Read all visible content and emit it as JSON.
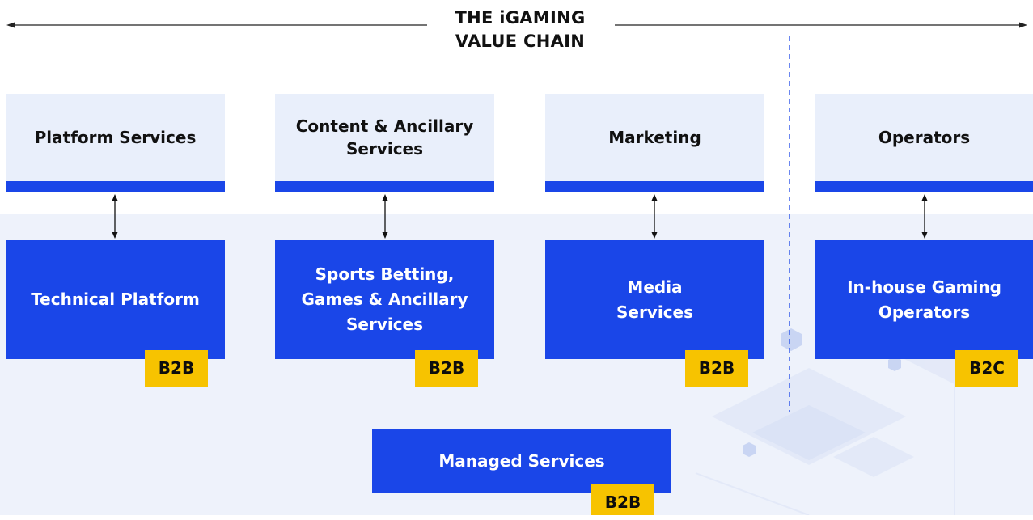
{
  "title": {
    "line1": "THE iGAMING",
    "line2": "VALUE CHAIN"
  },
  "top_boxes": [
    {
      "label": "Platform Services"
    },
    {
      "label": "Content & Ancillary Services"
    },
    {
      "label": "Marketing"
    },
    {
      "label": "Operators"
    }
  ],
  "bottom_boxes": [
    {
      "label": "Technical Platform",
      "badge": "B2B"
    },
    {
      "label": "Sports Betting, Games & Ancillary Services",
      "badge": "B2B"
    },
    {
      "label": "Media Services",
      "badge": "B2B"
    },
    {
      "label": "In-house Gaming Operators",
      "badge": "B2C"
    }
  ],
  "managed": {
    "label": "Managed Services",
    "badge": "B2B"
  },
  "colors": {
    "accent_blue": "#1a46e8",
    "badge_yellow": "#f7c300",
    "light_box": "#e9effb",
    "band": "#eef2fb"
  }
}
